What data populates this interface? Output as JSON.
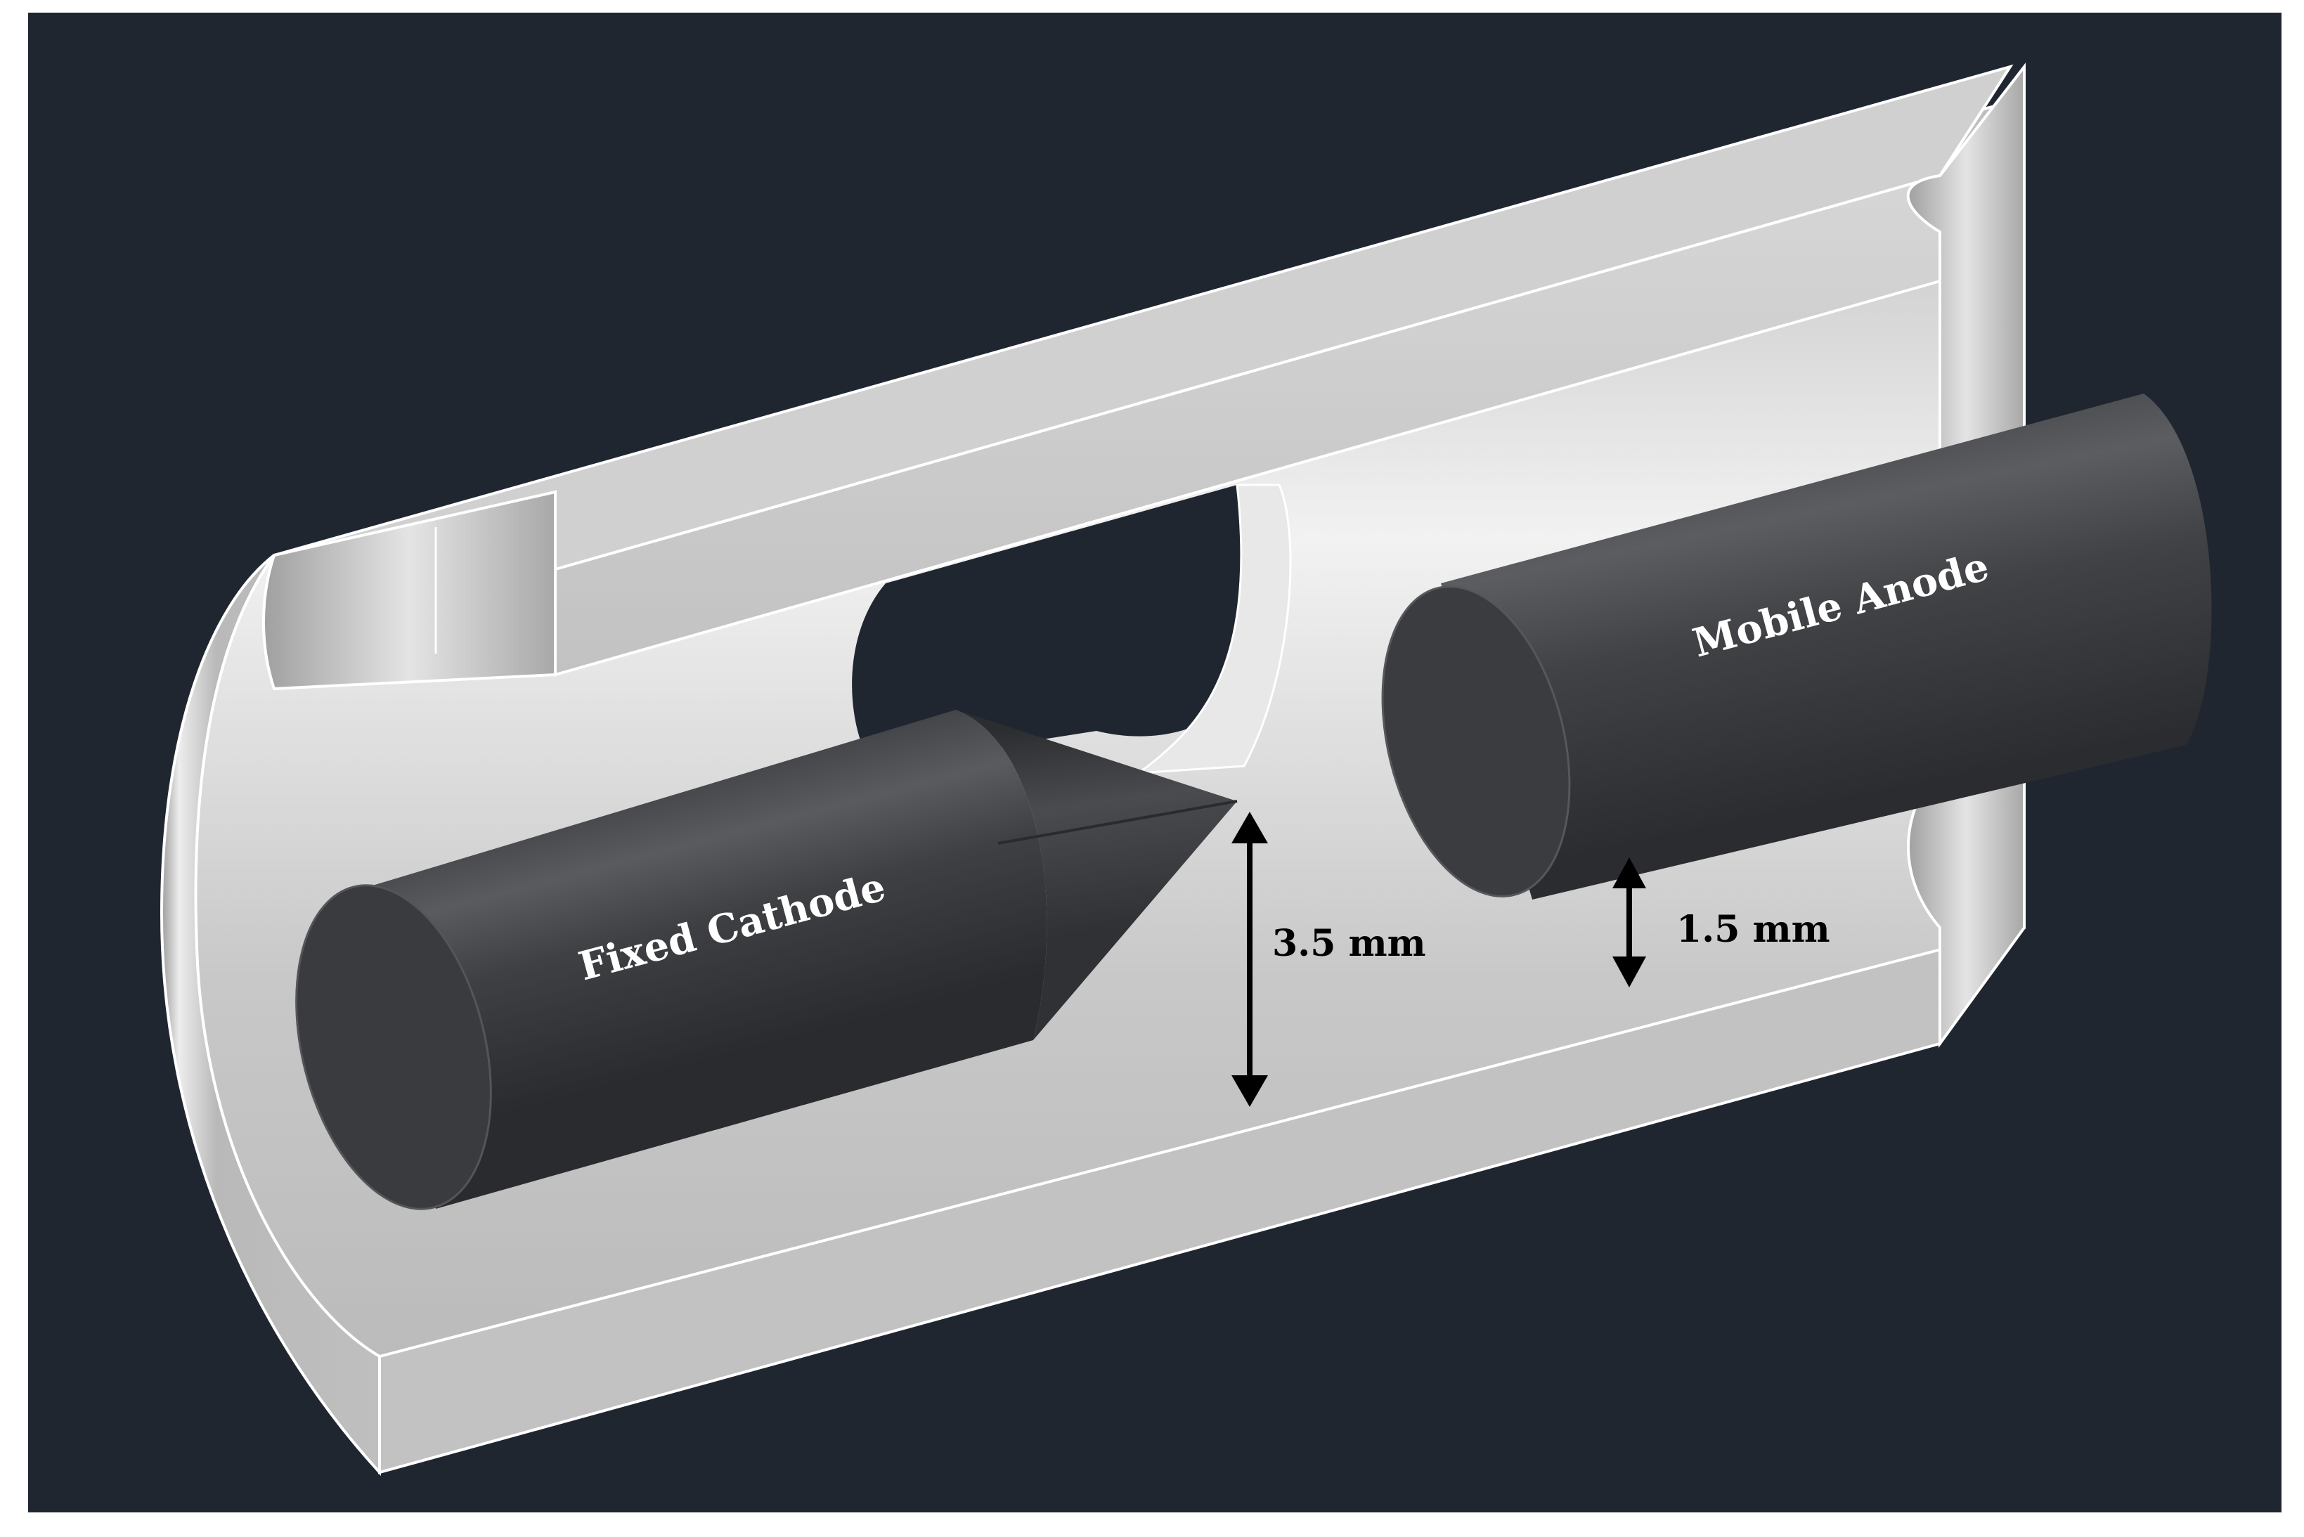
{
  "diagram": {
    "cathode_label": "Fixed Cathode",
    "anode_label": "Mobile Anode",
    "cathode_gap_label": "3.5 mm",
    "anode_gap_label": "1.5 mm"
  },
  "colors": {
    "background": "#202630",
    "frame": "#ffffff",
    "housing": "#c4c4c4",
    "housing_edge": "#ffffff",
    "electrode": "#3c3d40",
    "arrow": "#000000"
  }
}
